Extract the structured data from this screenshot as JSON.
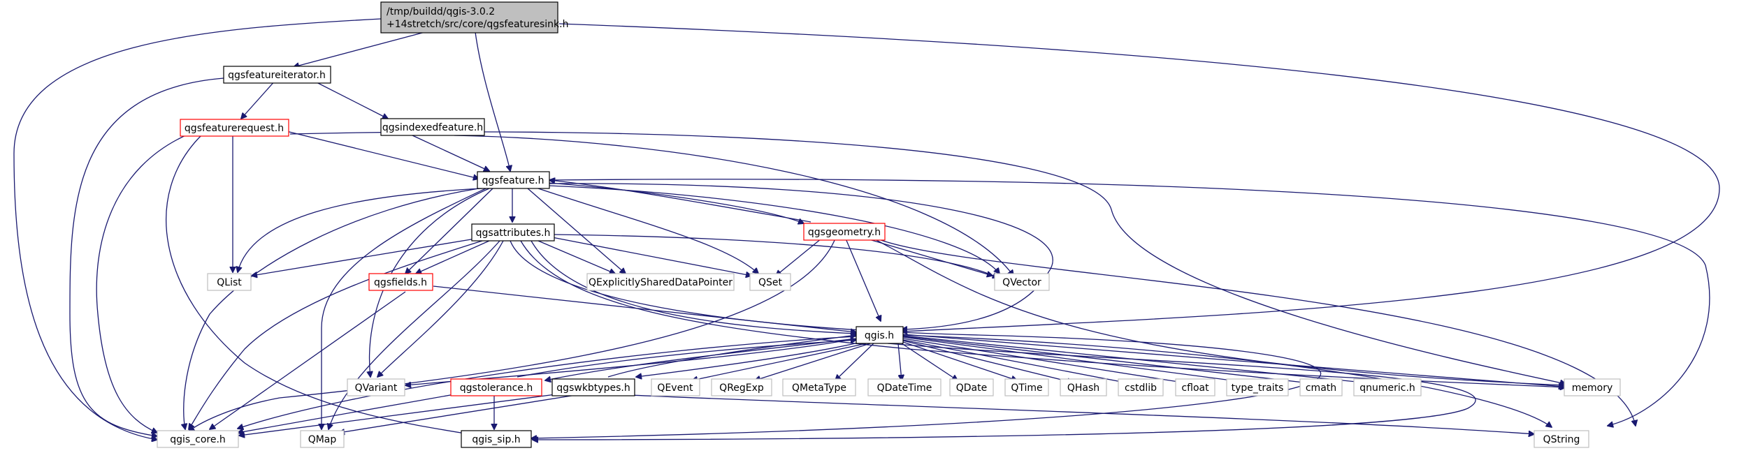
{
  "root": {
    "line1": "/tmp/buildd/qgis-3.0.2",
    "line2": "+14stretch/src/core/qgsfeaturesink.h"
  },
  "nodes": {
    "qgsfeatureiterator": "qgsfeatureiterator.h",
    "qgsfeaturerequest": "qgsfeaturerequest.h",
    "qgsindexedfeature": "qgsindexedfeature.h",
    "qgsfeature": "qgsfeature.h",
    "qgsattributes": "qgsattributes.h",
    "qgsgeometry": "qgsgeometry.h",
    "qlist": "QList",
    "qgsfields": "qgsfields.h",
    "qexplicitly": "QExplicitlySharedDataPointer",
    "qset": "QSet",
    "qvector": "QVector",
    "qgis": "qgis.h",
    "qvariant": "QVariant",
    "qgstolerance": "qgstolerance.h",
    "qgswkbtypes": "qgswkbtypes.h",
    "qevent": "QEvent",
    "qregexp": "QRegExp",
    "qmetatype": "QMetaType",
    "qdatetime": "QDateTime",
    "qdate": "QDate",
    "qtime": "QTime",
    "qhash": "QHash",
    "cstdlib": "cstdlib",
    "cfloat": "cfloat",
    "type_traits": "type_traits",
    "cmath": "cmath",
    "qnumeric": "qnumeric.h",
    "memory": "memory",
    "qgis_core": "qgis_core.h",
    "qmap": "QMap",
    "qgis_sip": "qgis_sip.h",
    "qstring": "QString"
  },
  "colors": {
    "edge": "#191970",
    "documented_border": "#000000",
    "undocumented_border": "#ff0000",
    "external_border": "#bfbfbf",
    "root_fill": "#bfbfbf"
  }
}
